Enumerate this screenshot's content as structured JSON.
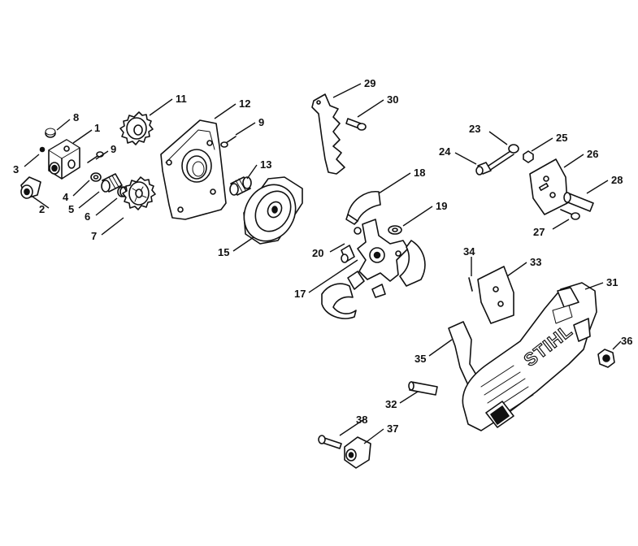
{
  "brand_text": "STIHL",
  "callouts": [
    {
      "id": "1",
      "label": "1"
    },
    {
      "id": "2",
      "label": "2"
    },
    {
      "id": "3",
      "label": "3"
    },
    {
      "id": "4",
      "label": "4"
    },
    {
      "id": "5",
      "label": "5"
    },
    {
      "id": "6",
      "label": "6"
    },
    {
      "id": "7",
      "label": "7"
    },
    {
      "id": "8",
      "label": "8"
    },
    {
      "id": "9a",
      "label": "9"
    },
    {
      "id": "9b",
      "label": "9"
    },
    {
      "id": "11",
      "label": "11"
    },
    {
      "id": "12",
      "label": "12"
    },
    {
      "id": "13",
      "label": "13"
    },
    {
      "id": "15",
      "label": "15"
    },
    {
      "id": "17",
      "label": "17"
    },
    {
      "id": "18",
      "label": "18"
    },
    {
      "id": "19",
      "label": "19"
    },
    {
      "id": "20",
      "label": "20"
    },
    {
      "id": "23",
      "label": "23"
    },
    {
      "id": "24",
      "label": "24"
    },
    {
      "id": "25",
      "label": "25"
    },
    {
      "id": "26",
      "label": "26"
    },
    {
      "id": "27",
      "label": "27"
    },
    {
      "id": "28",
      "label": "28"
    },
    {
      "id": "29",
      "label": "29"
    },
    {
      "id": "30",
      "label": "30"
    },
    {
      "id": "31",
      "label": "31"
    },
    {
      "id": "32",
      "label": "32"
    },
    {
      "id": "33",
      "label": "33"
    },
    {
      "id": "34",
      "label": "34"
    },
    {
      "id": "35",
      "label": "35"
    },
    {
      "id": "36",
      "label": "36"
    },
    {
      "id": "37",
      "label": "37"
    },
    {
      "id": "38",
      "label": "38"
    }
  ]
}
